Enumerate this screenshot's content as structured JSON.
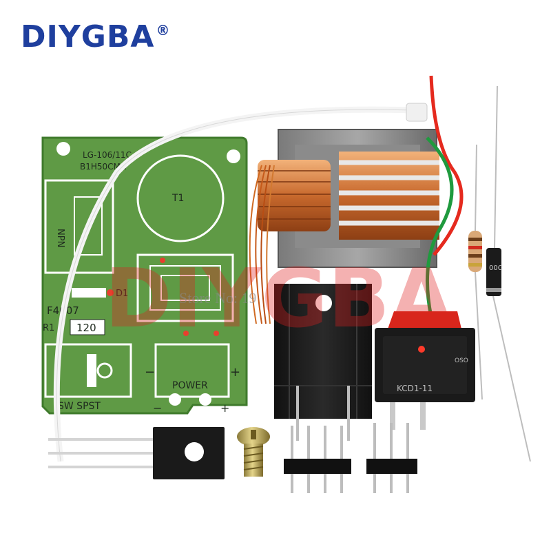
{
  "brand": {
    "name": "DIYGBA",
    "mark": "®",
    "color": "#1f3f9e"
  },
  "watermark": {
    "text": "DIYGBA",
    "store_text": "Store No:  19"
  },
  "pcb": {
    "model_line1": "LG-106/11C",
    "model_line2": "B1H50CMA",
    "transformer_label": "T1",
    "transistor_label": "NPN",
    "diode_label": "D1",
    "diode_part": "F4007",
    "resistor_ref": "R1",
    "resistor_value": "120",
    "switch_label": "SW  SPST",
    "power_label": "POWER",
    "minus": "−",
    "plus": "+",
    "board_color": "#5f9a45"
  },
  "switch": {
    "marking": "KCD1-11",
    "marking2": "OSO"
  },
  "diode": {
    "marking": "00C"
  }
}
